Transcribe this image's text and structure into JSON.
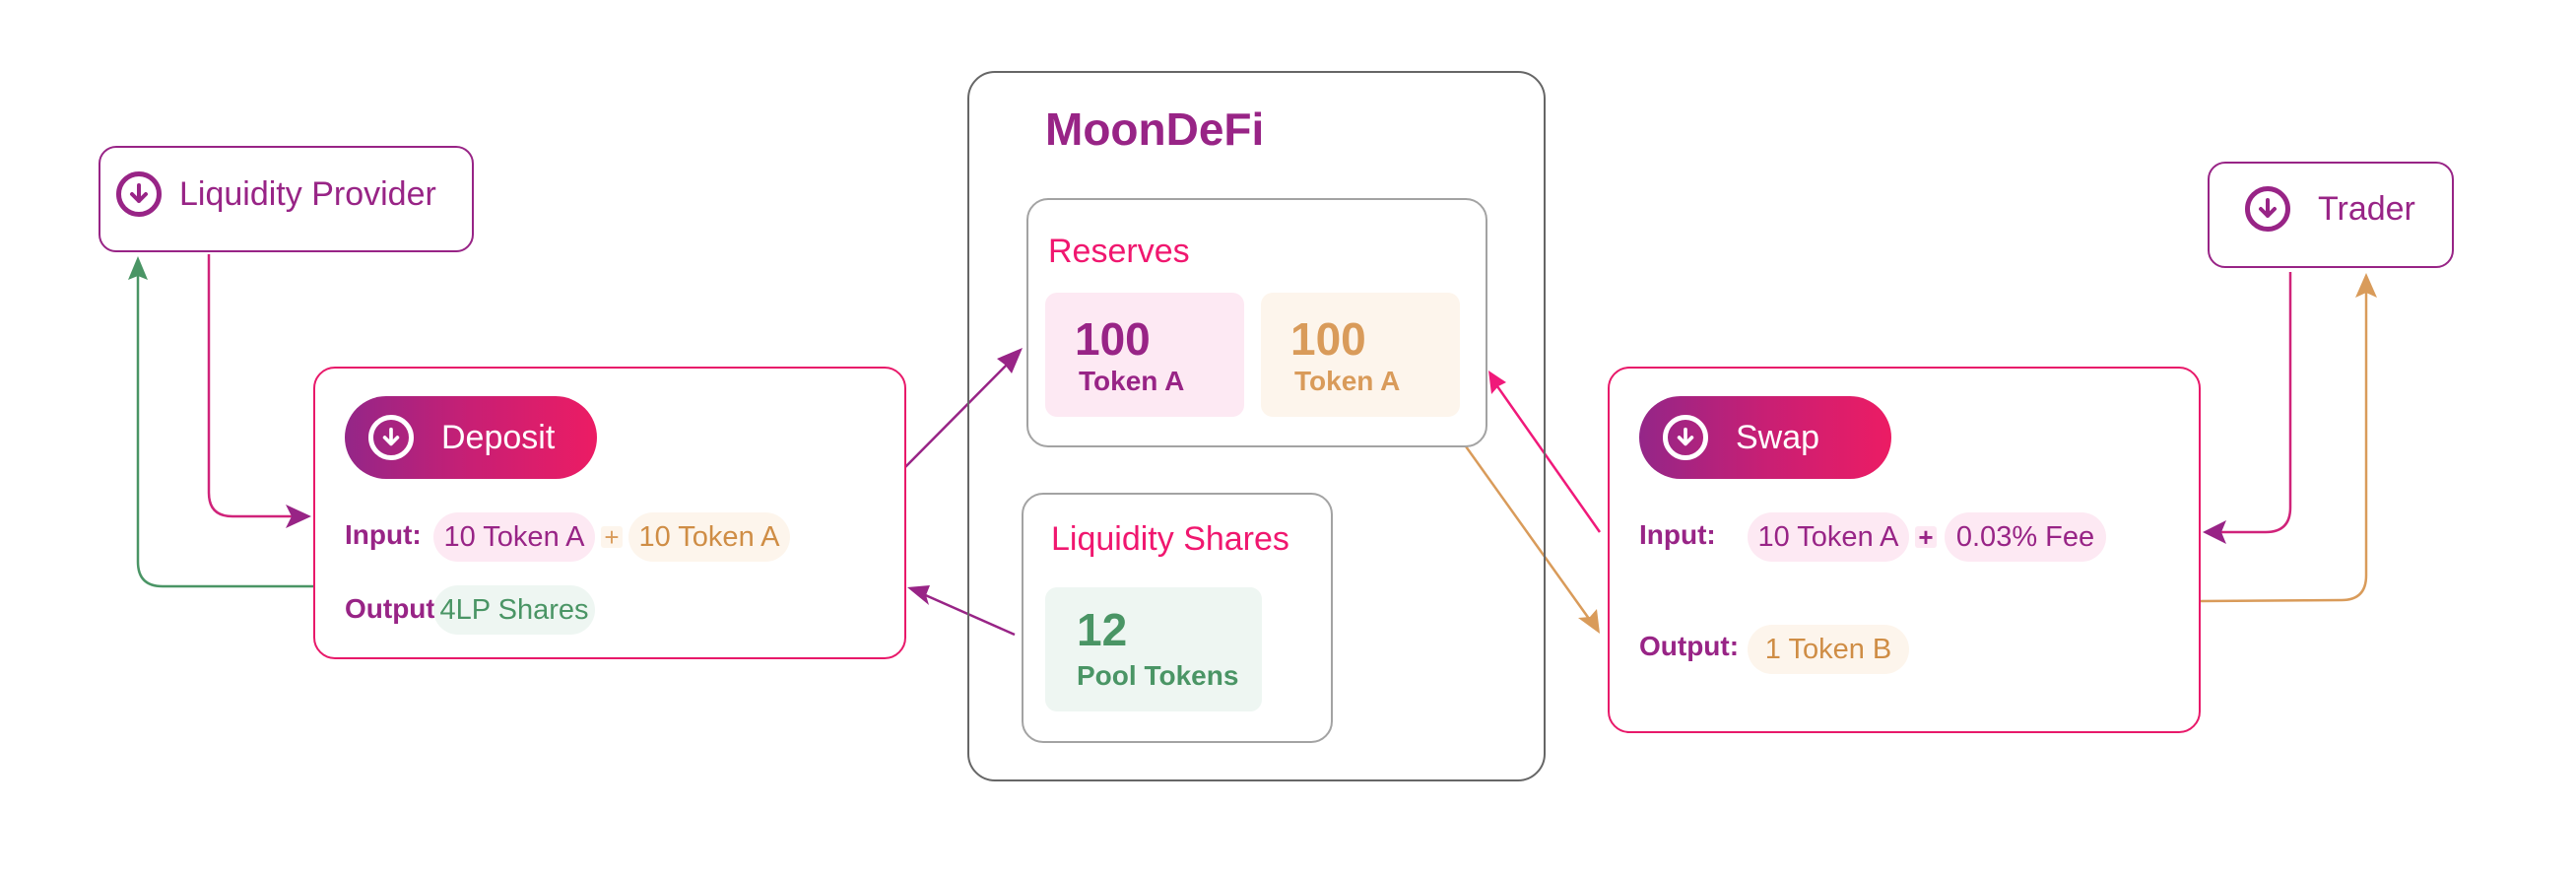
{
  "actors": {
    "liquidity_provider": {
      "label": "Liquidity Provider",
      "icon": "arrow-down-circle-icon"
    },
    "trader": {
      "label": "Trader",
      "icon": "arrow-down-circle-icon"
    }
  },
  "deposit": {
    "title": "Deposit",
    "icon": "arrow-down-circle-icon",
    "input_label": "Input:",
    "inputs": [
      "10 Token A",
      "10 Token A"
    ],
    "plus": "+",
    "output_label": "Output:",
    "output": "4LP Shares"
  },
  "pool": {
    "title": "MoonDeFi",
    "reserves": {
      "title": "Reserves",
      "tiles": [
        {
          "amount": "100",
          "token": "Token A"
        },
        {
          "amount": "100",
          "token": "Token A"
        }
      ]
    },
    "shares": {
      "title": "Liquidity Shares",
      "amount": "12",
      "token": "Pool Tokens"
    }
  },
  "swap": {
    "title": "Swap",
    "icon": "arrow-down-circle-icon",
    "input_label": "Input:",
    "inputs": [
      "10 Token A",
      "0.03% Fee"
    ],
    "plus": "+",
    "output_label": "Output:",
    "output": "1 Token B"
  },
  "colors": {
    "purple": "#982486",
    "magenta": "#e8196a",
    "pink_arrow": "#f0197a",
    "orange": "#d99b5a",
    "green": "#4a9565",
    "gray": "#666666"
  }
}
